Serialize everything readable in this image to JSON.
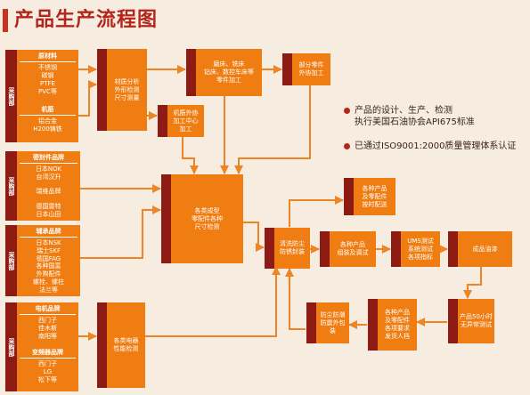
{
  "title": "产品生产流程图",
  "boxes": {
    "raw_material": {
      "dept": "采购部",
      "sections": [
        {
          "heading": "原材料",
          "body": "不锈钢\n碳钢\nPTFE\nPVC等"
        },
        {
          "heading": "机筋",
          "body": "铝合金\nH200铸铁"
        }
      ]
    },
    "seal_parts": {
      "dept": "采购部",
      "sections": [
        {
          "heading": "密封件品牌",
          "body": "日本NOK\n台湾汉升"
        },
        {
          "heading": "",
          "body": "瑞维品牌"
        },
        {
          "heading": "",
          "body": "德国雷特\n日本山田"
        }
      ]
    },
    "aux_parts": {
      "dept": "采购部",
      "sections": [
        {
          "heading": "辅承品牌",
          "body": "日本NSK\n瑞士SKF\n德国FAG"
        },
        {
          "heading": "",
          "body": "各种国富\n外购配件\n螺栓、螺柱\n法兰等"
        }
      ]
    },
    "motor": {
      "dept": "采购部",
      "sections": [
        {
          "heading": "电机品牌",
          "body": "西门子\n佳木斯\n南阳等"
        },
        {
          "heading": "变频器品牌",
          "body": "西门子\nLG\n松下等"
        }
      ]
    },
    "qc1": {
      "dept": "质检部",
      "lines": [
        "材质分析",
        "外形检测",
        "尺寸测量"
      ]
    },
    "production1": {
      "dept": "生产部",
      "lines": [
        "磨床、铣床",
        "钻床、数控车床等",
        "零件加工"
      ]
    },
    "outsource1": {
      "dept": "外协部",
      "lines": [
        "部分零件",
        "外协加工"
      ]
    },
    "outsource2": {
      "dept": "外协部",
      "lines": [
        "机筋外协",
        "加工中心",
        "加工"
      ]
    },
    "qc2": {
      "dept": "质检部",
      "lines": [
        "各类成型",
        "零配件各种",
        "尺寸检测"
      ]
    },
    "qc_motor": {
      "dept": "质检部",
      "lines": [
        "各类电器",
        "性能检测"
      ]
    },
    "logistics": {
      "dept": "物流部",
      "lines": [
        "各种产品",
        "及零配件",
        "按时配送"
      ]
    },
    "warehouse": {
      "dept": "仓储部",
      "lines": [
        "清洗防尘",
        "防锈封装"
      ]
    },
    "production2": {
      "dept": "生产部",
      "lines": [
        "各种产品",
        "组装及调试"
      ]
    },
    "qc_ums": {
      "dept": "质检部",
      "lines": [
        "UMS测试",
        "系统测试",
        "各项指标"
      ]
    },
    "production3": {
      "dept": "生产部",
      "lines": [
        "成品油漆"
      ]
    },
    "qc_test": {
      "dept": "质检部",
      "lines": [
        "产品50小时",
        "无异常测试"
      ]
    },
    "after_sales": {
      "dept": "售后服务部",
      "lines": [
        "各种产品",
        "及零配件",
        "各项要求",
        "发货人档"
      ]
    },
    "production4": {
      "dept": "生产部",
      "lines": [
        "防尘防潮",
        "防震外包装"
      ]
    }
  },
  "side_notes": [
    {
      "lines": [
        "产品的设计、生产、检测",
        "执行美国石油协会API675标准"
      ]
    },
    {
      "lines": [
        "已通过ISO9001:2000质量管理体系认证"
      ]
    }
  ],
  "colors": {
    "box": "#ef7d11",
    "dept": "#8e1a14",
    "arrow": "#ee8524",
    "title": "#b3261c",
    "background": "#f7ece0"
  }
}
